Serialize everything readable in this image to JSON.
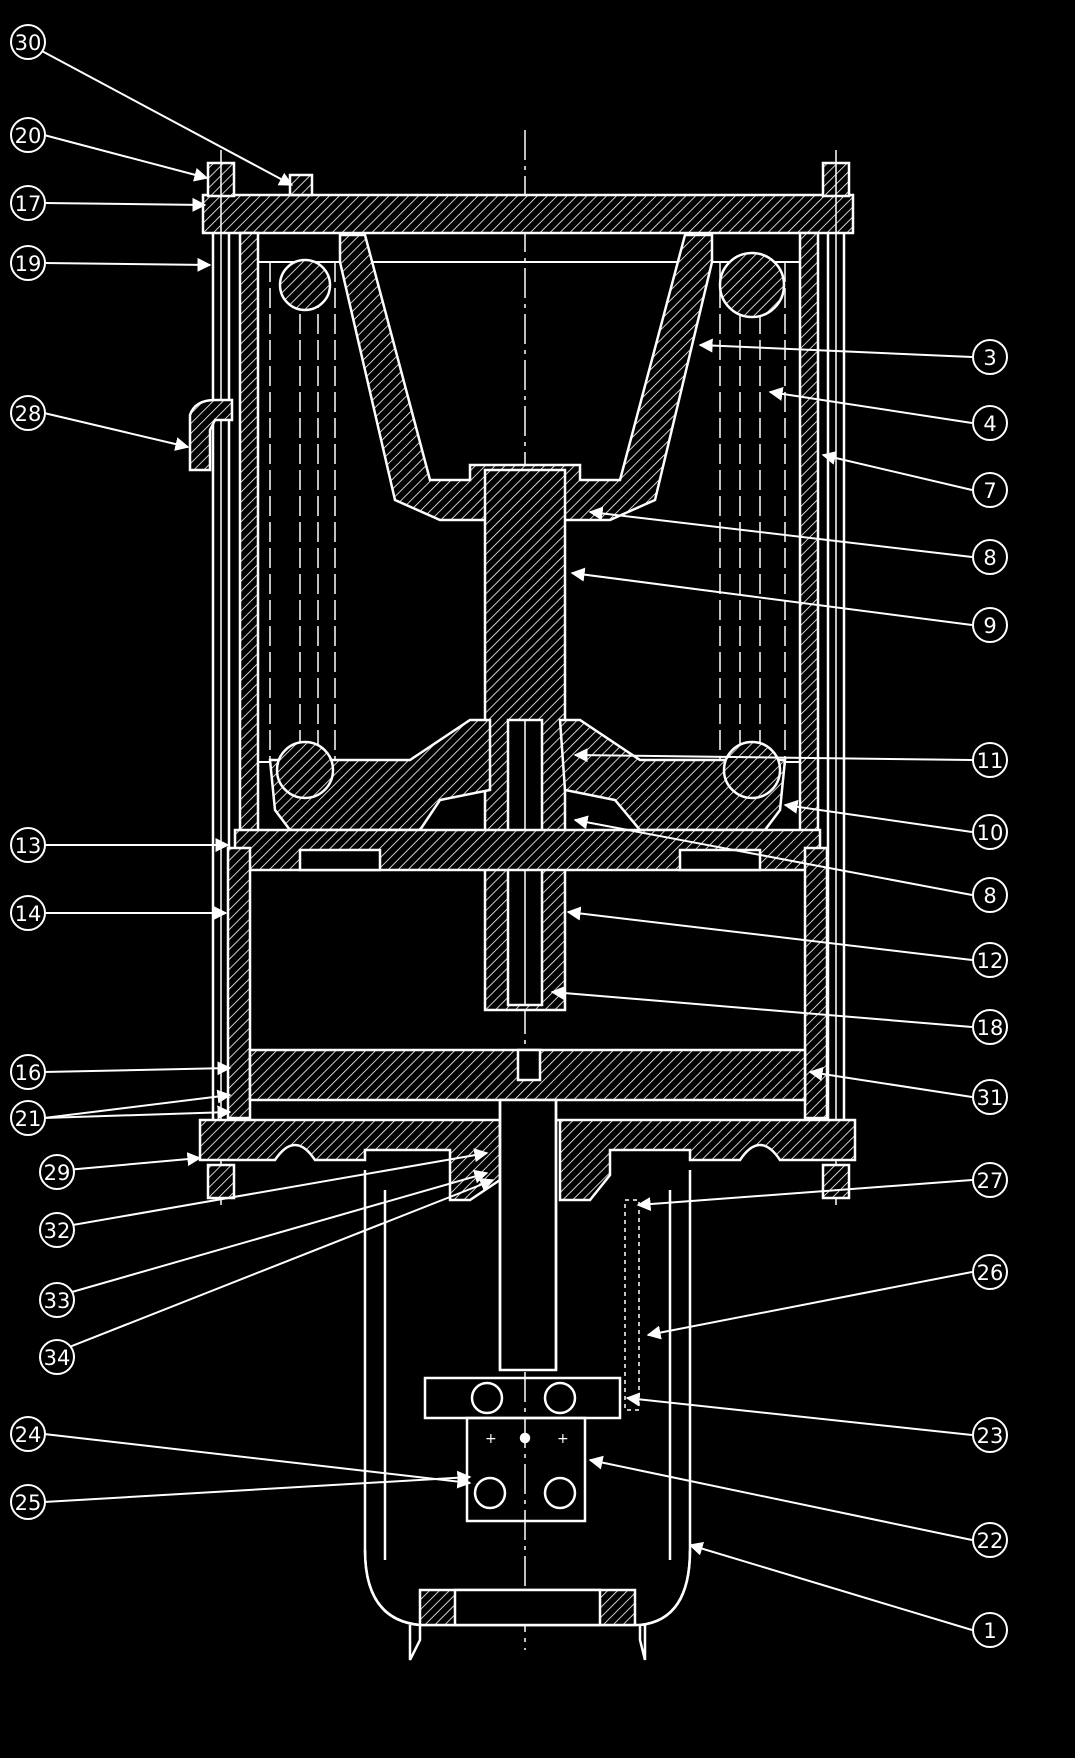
{
  "drawing": {
    "background": "#000000",
    "line_color": "#ffffff"
  },
  "callouts": {
    "c30": "30",
    "c20": "20",
    "c17": "17",
    "c19": "19",
    "c28": "28",
    "c13": "13",
    "c14": "14",
    "c16": "16",
    "c21": "21",
    "c29": "29",
    "c32": "32",
    "c33": "33",
    "c34": "34",
    "c24": "24",
    "c25": "25",
    "c3": "3",
    "c4": "4",
    "c7": "7",
    "c8a": "8",
    "c9": "9",
    "c11": "11",
    "c10": "10",
    "c8b": "8",
    "c12": "12",
    "c18": "18",
    "c31": "31",
    "c27": "27",
    "c26": "26",
    "c23": "23",
    "c22": "22",
    "c1": "1"
  }
}
